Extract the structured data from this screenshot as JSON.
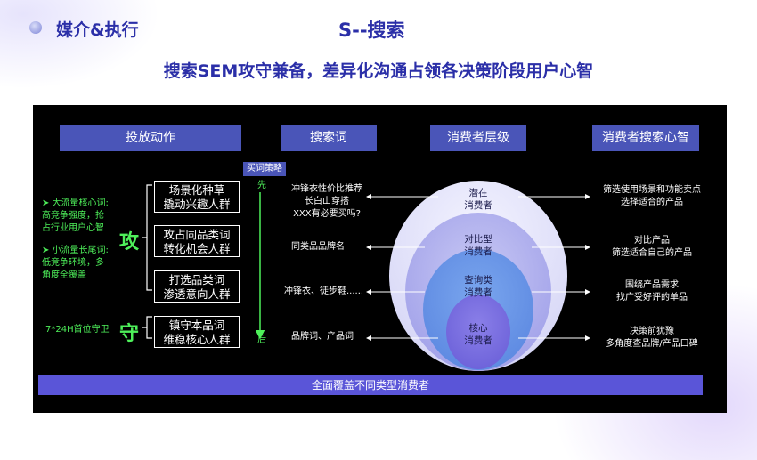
{
  "header": {
    "left": "媒介&执行",
    "center": "S--搜索"
  },
  "subtitle": "搜索SEM攻守兼备，差异化沟通占领各决策阶段用户心智",
  "columns": [
    "投放动作",
    "搜索词",
    "消费者层级",
    "消费者搜索心智"
  ],
  "strategy": {
    "label": "买词策略",
    "first": "先",
    "last": "后"
  },
  "left_notes": {
    "big_traffic": [
      "➤ 大流量核心词:",
      "高竞争强度，抢",
      "占行业用户心智"
    ],
    "long_tail": [
      "➤ 小流量长尾词:",
      "低竞争环境，多",
      "角度全覆盖"
    ],
    "guard": "7*24H首位守卫"
  },
  "attack": "攻",
  "defend": "守",
  "actions": [
    [
      "场景化种草",
      "撬动兴趣人群"
    ],
    [
      "攻占同品类词",
      "转化机会人群"
    ],
    [
      "打选品类词",
      "渗透意向人群"
    ],
    [
      "镇守本品词",
      "维稳核心人群"
    ]
  ],
  "keywords": [
    [
      "冲锋衣性价比推荐",
      "长白山穿搭",
      "XXX有必要买吗?"
    ],
    [
      "同类品品牌名"
    ],
    [
      "冲锋衣、徒步鞋......"
    ],
    [
      "品牌词、产品词"
    ]
  ],
  "levels": [
    [
      "潜在",
      "消费者"
    ],
    [
      "对比型",
      "消费者"
    ],
    [
      "查询类",
      "消费者"
    ],
    [
      "核心",
      "消费者"
    ]
  ],
  "mindsets": [
    [
      "筛选使用场景和功能卖点",
      "选择适合的产品"
    ],
    [
      "对比产品",
      "筛选适合自己的产品"
    ],
    [
      "围绕产品需求",
      "找广受好评的单品"
    ],
    [
      "决策前犹豫",
      "多角度查品牌/产品口碑"
    ]
  ],
  "bottom": "全面覆盖不同类型消费者",
  "colors": {
    "title": "#2b2fa8",
    "panel": "#000000",
    "header_bar": "#4a55b8",
    "accent_green": "#4ef05a",
    "bottom_bar": "#5a55d8"
  }
}
